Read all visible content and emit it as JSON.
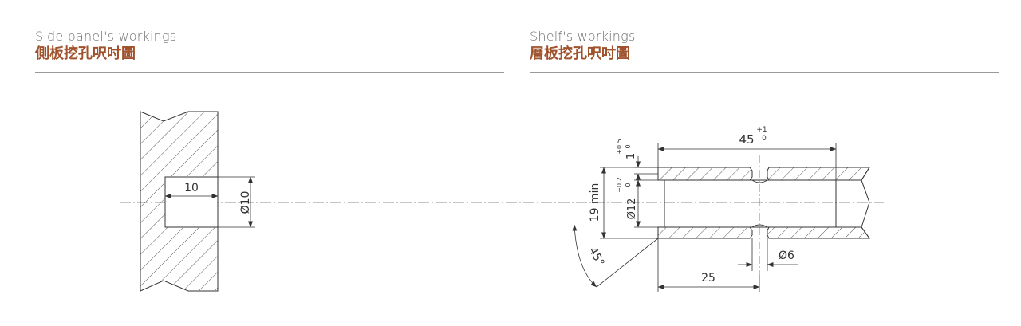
{
  "left_panel": {
    "title_en": "Side panel's workings",
    "title_zh": "側板挖孔呎吋圖"
  },
  "right_panel": {
    "title_en": "Shelf's workings",
    "title_zh": "層板挖孔呎吋圖"
  },
  "dims": {
    "hole_depth": "10",
    "hole_dia": "Ø10",
    "length": "45",
    "length_tol_upper": "+1",
    "length_tol_lower": "0",
    "groove_depth": "1",
    "groove_tol_upper": "+0.5",
    "groove_tol_lower": "0",
    "bore_dia": "Ø12",
    "bore_tol_upper": "+0.2",
    "bore_tol_lower": "0",
    "thickness": "19 min",
    "angle": "45°",
    "pin_dia": "Ø6",
    "pin_pos": "25"
  },
  "colors": {
    "title_accent": "#a0522d",
    "line": "#333333"
  }
}
